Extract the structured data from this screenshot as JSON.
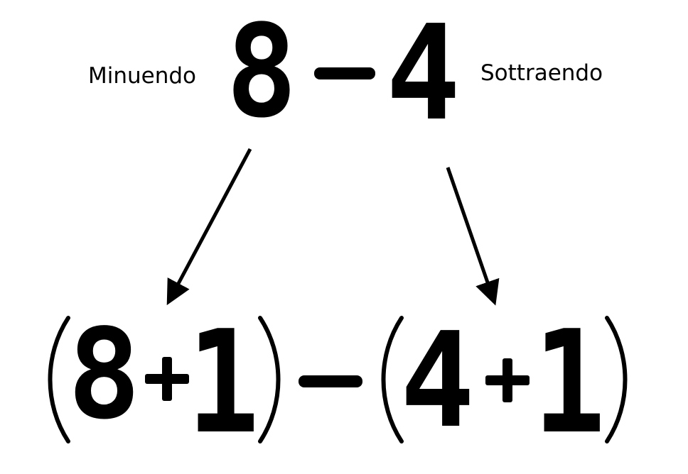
{
  "top": {
    "left_label": "Minuendo",
    "right_label": "Sottraendo",
    "minuend": "8",
    "subtrahend": "4"
  },
  "bottom": {
    "group1": {
      "a": "8",
      "b": "1"
    },
    "group2": {
      "a": "4",
      "b": "1"
    }
  },
  "colors": {
    "ink": "#000000",
    "background": "#ffffff"
  }
}
